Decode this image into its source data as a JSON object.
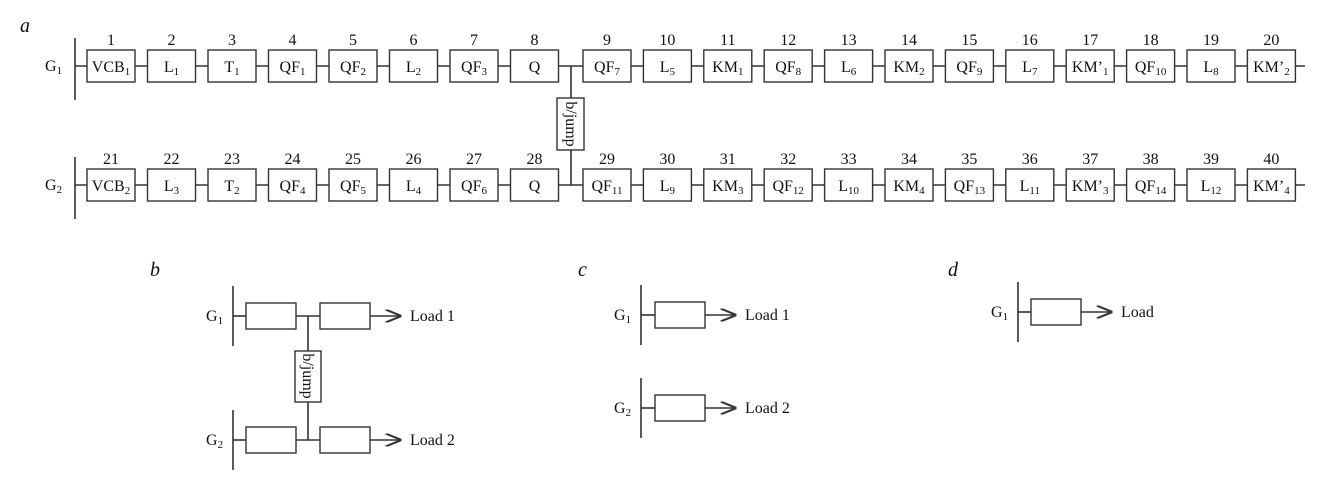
{
  "panel_labels": {
    "a": "a",
    "b": "b",
    "c": "c",
    "d": "d"
  },
  "jump_label": "b/jump",
  "arrow_color": "#333333",
  "a": {
    "rows": [
      {
        "gen": {
          "main": "G",
          "sub": "1"
        },
        "elements": [
          {
            "num": "1",
            "main": "VCB",
            "sub": "1"
          },
          {
            "num": "2",
            "main": "L",
            "sub": "1"
          },
          {
            "num": "3",
            "main": "T",
            "sub": "1"
          },
          {
            "num": "4",
            "main": "QF",
            "sub": "1"
          },
          {
            "num": "5",
            "main": "QF",
            "sub": "2"
          },
          {
            "num": "6",
            "main": "L",
            "sub": "2"
          },
          {
            "num": "7",
            "main": "QF",
            "sub": "3"
          },
          {
            "num": "8",
            "main": "Q",
            "sub": ""
          },
          {
            "num": "9",
            "main": "QF",
            "sub": "7"
          },
          {
            "num": "10",
            "main": "L",
            "sub": "5"
          },
          {
            "num": "11",
            "main": "KM",
            "sub": "1"
          },
          {
            "num": "12",
            "main": "QF",
            "sub": "8"
          },
          {
            "num": "13",
            "main": "L",
            "sub": "6"
          },
          {
            "num": "14",
            "main": "KM",
            "sub": "2"
          },
          {
            "num": "15",
            "main": "QF",
            "sub": "9"
          },
          {
            "num": "16",
            "main": "L",
            "sub": "7"
          },
          {
            "num": "17",
            "main": "KM’",
            "sub": "1"
          },
          {
            "num": "18",
            "main": "QF",
            "sub": "10"
          },
          {
            "num": "19",
            "main": "L",
            "sub": "8"
          },
          {
            "num": "20",
            "main": "KM’",
            "sub": "2"
          }
        ]
      },
      {
        "gen": {
          "main": "G",
          "sub": "2"
        },
        "elements": [
          {
            "num": "21",
            "main": "VCB",
            "sub": "2"
          },
          {
            "num": "22",
            "main": "L",
            "sub": "3"
          },
          {
            "num": "23",
            "main": "T",
            "sub": "2"
          },
          {
            "num": "24",
            "main": "QF",
            "sub": "4"
          },
          {
            "num": "25",
            "main": "QF",
            "sub": "5"
          },
          {
            "num": "26",
            "main": "L",
            "sub": "4"
          },
          {
            "num": "27",
            "main": "QF",
            "sub": "6"
          },
          {
            "num": "28",
            "main": "Q",
            "sub": ""
          },
          {
            "num": "29",
            "main": "QF",
            "sub": "11"
          },
          {
            "num": "30",
            "main": "L",
            "sub": "9"
          },
          {
            "num": "31",
            "main": "KM",
            "sub": "3"
          },
          {
            "num": "32",
            "main": "QF",
            "sub": "12"
          },
          {
            "num": "33",
            "main": "L",
            "sub": "10"
          },
          {
            "num": "34",
            "main": "KM",
            "sub": "4"
          },
          {
            "num": "35",
            "main": "QF",
            "sub": "13"
          },
          {
            "num": "36",
            "main": "L",
            "sub": "11"
          },
          {
            "num": "37",
            "main": "KM’",
            "sub": "3"
          },
          {
            "num": "38",
            "main": "QF",
            "sub": "14"
          },
          {
            "num": "39",
            "main": "L",
            "sub": "12"
          },
          {
            "num": "40",
            "main": "KM’",
            "sub": "4"
          }
        ]
      }
    ]
  },
  "b": {
    "g1": {
      "main": "G",
      "sub": "1"
    },
    "g2": {
      "main": "G",
      "sub": "2"
    },
    "load1": "Load 1",
    "load2": "Load 2"
  },
  "c": {
    "g1": {
      "main": "G",
      "sub": "1"
    },
    "g2": {
      "main": "G",
      "sub": "2"
    },
    "load1": "Load 1",
    "load2": "Load 2"
  },
  "d": {
    "g1": {
      "main": "G",
      "sub": "1"
    },
    "load": "Load"
  }
}
